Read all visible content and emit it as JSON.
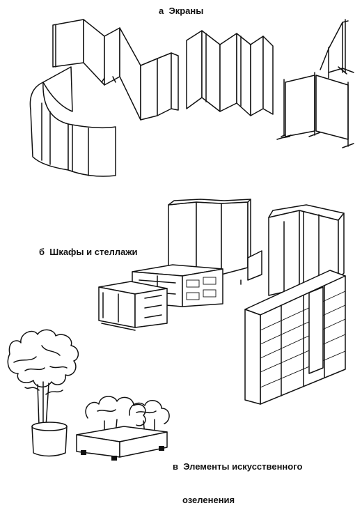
{
  "labels": {
    "screens": "а  Экраны",
    "cabinets": "б  Шкафы и стеллажи",
    "greenery_line1": "в  Элементы искусственного",
    "greenery_line2": "озеленения"
  }
}
